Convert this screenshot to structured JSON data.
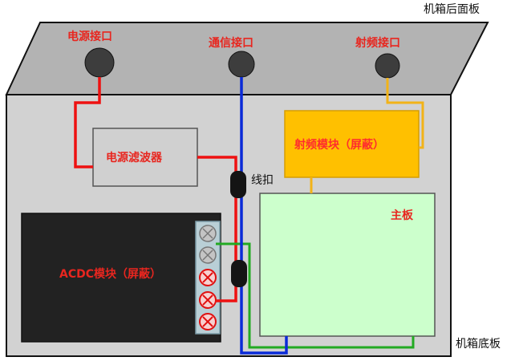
{
  "labels": {
    "top_panel": "机箱后面板",
    "bottom_panel": "机箱底板",
    "power_port": "电源接口",
    "comm_port": "通信接口",
    "rf_port": "射频接口",
    "power_filter": "电源滤波器",
    "rf_module": "射频模块（屏蔽）",
    "main_board": "主板",
    "acdc_module": "ACDC模块（屏蔽）",
    "cable_clip": "线扣"
  },
  "colors": {
    "panel_fill": "#b3b3b3",
    "box_fill": "#d2d2d2",
    "port_fill": "#3d3d3d",
    "filter_fill": "#d0d0d0",
    "rf_fill": "#ffc000",
    "rf_text": "#ff2d2d",
    "main_fill": "#ccffcc",
    "acdc_fill": "#222222",
    "red_wire": "#ee1111",
    "blue_wire": "#0a2ad8",
    "green_wire": "#22aa22",
    "orange_wire": "#f2b318",
    "terminal_fill": "#b9cfd6",
    "label_red": "#e8261f"
  }
}
